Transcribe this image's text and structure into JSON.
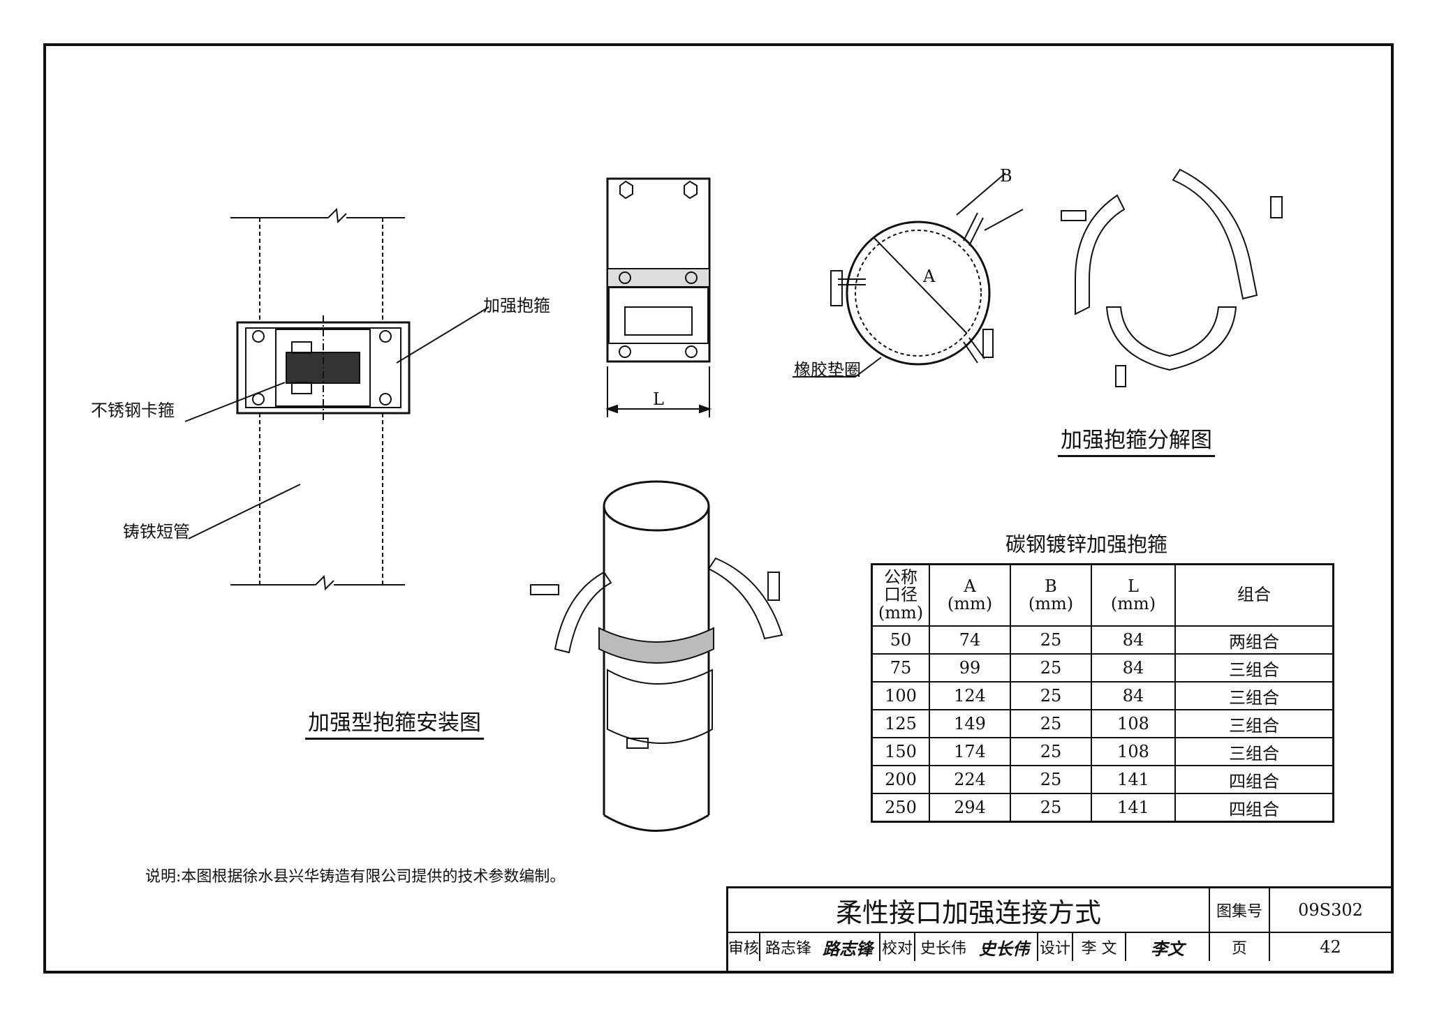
{
  "labels": {
    "reinforced_clamp": "加强抱箍",
    "stainless_clamp": "不锈钢卡箍",
    "cast_iron_pipe": "铸铁短管",
    "rubber_gasket": "橡胶垫圈",
    "dim_L": "L",
    "dim_A": "A",
    "dim_B": "B"
  },
  "captions": {
    "exploded": "加强抱箍分解图",
    "installation": "加强型抱箍安装图"
  },
  "table": {
    "title": "碳钢镀锌加强抱箍",
    "headers": [
      [
        "公称",
        "口径",
        "(mm)"
      ],
      [
        "A",
        "(mm)"
      ],
      [
        "B",
        "(mm)"
      ],
      [
        "L",
        "(mm)"
      ],
      [
        "组合"
      ]
    ],
    "rows": [
      [
        "50",
        "74",
        "25",
        "84",
        "两组合"
      ],
      [
        "75",
        "99",
        "25",
        "84",
        "三组合"
      ],
      [
        "100",
        "124",
        "25",
        "84",
        "三组合"
      ],
      [
        "125",
        "149",
        "25",
        "108",
        "三组合"
      ],
      [
        "150",
        "174",
        "25",
        "108",
        "三组合"
      ],
      [
        "200",
        "224",
        "25",
        "141",
        "四组合"
      ],
      [
        "250",
        "294",
        "25",
        "141",
        "四组合"
      ]
    ]
  },
  "note": "说明:本图根据徐水县兴华铸造有限公司提供的技术参数编制。",
  "title_block": {
    "drawing_title": "柔性接口加强连接方式",
    "atlas_label": "图集号",
    "atlas_no": "09S302",
    "review_label": "审核",
    "reviewer": "路志锋",
    "reviewer_sign": "路志锋",
    "check_label": "校对",
    "checker": "史长伟",
    "checker_sign": "史长伟",
    "design_label": "设计",
    "designer": "李 文",
    "designer_sign": "李文",
    "page_label": "页",
    "page_no": "42"
  }
}
